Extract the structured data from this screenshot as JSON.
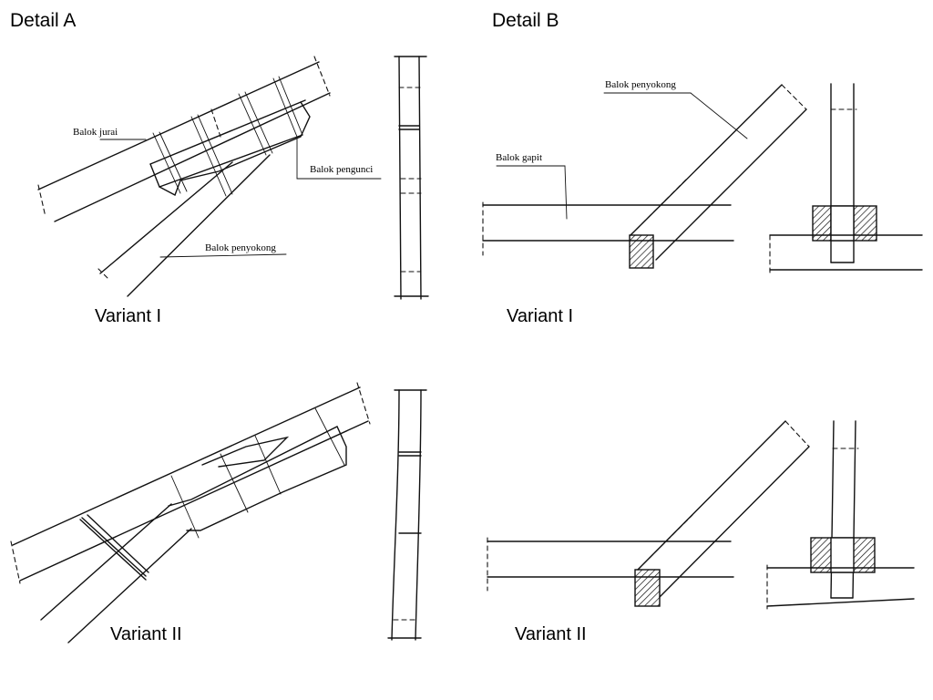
{
  "headings": {
    "detail_a": "Detail A",
    "detail_b": "Detail B"
  },
  "variants": {
    "a_1": "Variant I",
    "a_2": "Variant II",
    "b_1": "Variant I",
    "b_2": "Variant II"
  },
  "notes": {
    "balok_jurai": "Balok jurai",
    "balok_pengunci": "Balok pengunci",
    "balok_penyokong_a": "Balok penyokong",
    "balok_penyokong_b": "Balok penyokong",
    "balok_gapit": "Balok gapit"
  }
}
